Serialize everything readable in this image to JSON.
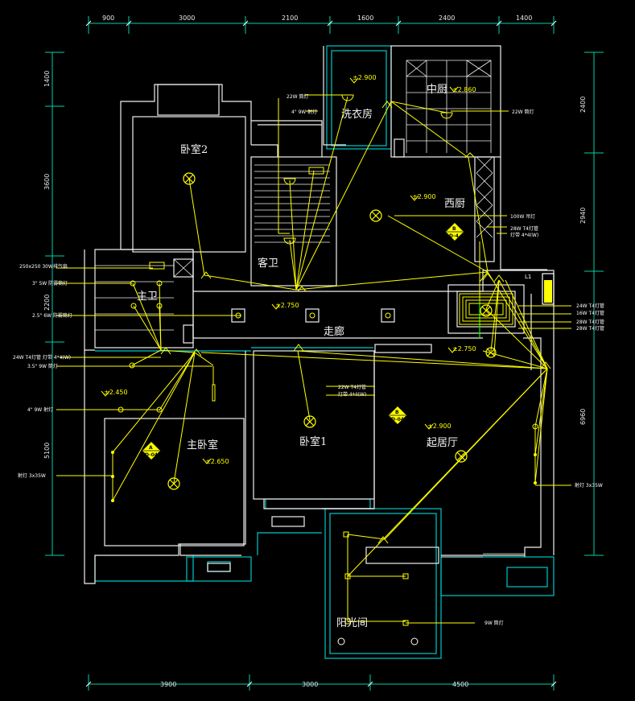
{
  "dimensions": {
    "top": [
      "900",
      "3000",
      "2100",
      "1600",
      "2400",
      "1400"
    ],
    "bottom": [
      "3900",
      "3000",
      "4500"
    ],
    "left": [
      "1400",
      "3600",
      "2200",
      "5100"
    ],
    "right": [
      "2400",
      "2940",
      "6960"
    ]
  },
  "rooms": {
    "bedroom2": "卧室2",
    "laundry": "洗衣房",
    "middle_kitchen": "中厨",
    "guest_bath": "客卫",
    "western_kitchen": "西厨",
    "master_bath": "主卫",
    "corridor": "走廊",
    "master_bedroom": "主卧室",
    "bedroom1": "卧室1",
    "living_room": "起居厅",
    "sunroom": "阳光间"
  },
  "elevations": {
    "laundry": "±2.900",
    "middle_kitchen": "±2.860",
    "western_kitchen": "±2.900",
    "corridor": "±2.750",
    "corridor_east": "±2.750",
    "master_bedroom_a": "±2.450",
    "master_bedroom_b": "±2.650",
    "living_room": "±2.900"
  },
  "notes": {
    "n1": "22W 筒灯",
    "n2": "4\" 9W 射灯",
    "n3": "22W 筒灯",
    "n4": "100W 吊灯",
    "n5": "28W T4灯管",
    "n6": "灯带 4*4(W)",
    "n7": "250x250 30W排气扇",
    "n8": "3\" 5W 防雾筒灯",
    "n9": "2.5\" 6W 防雾筒灯",
    "n10": "24W T4灯管",
    "n11": "16W T4灯管",
    "n12": "28W T4灯管",
    "n13": "28W T4灯管",
    "n14": "24W T4灯管 灯带 4*4(W)",
    "n15": "3.5\" 9W 筒灯",
    "n16": "4\" 9W 射灯",
    "n17": "22W T4灯管",
    "n18": "灯带 4*4(W)",
    "n19": "射灯 3x35W",
    "n20": "射灯 3x35W",
    "n21": "9W 筒灯"
  },
  "markers": {
    "west_kitchen": [
      "B",
      "D-4"
    ],
    "master_bedroom": [
      "A",
      "D-04"
    ],
    "living_room": [
      "B",
      "D-04"
    ],
    "switch_label": "L1"
  }
}
